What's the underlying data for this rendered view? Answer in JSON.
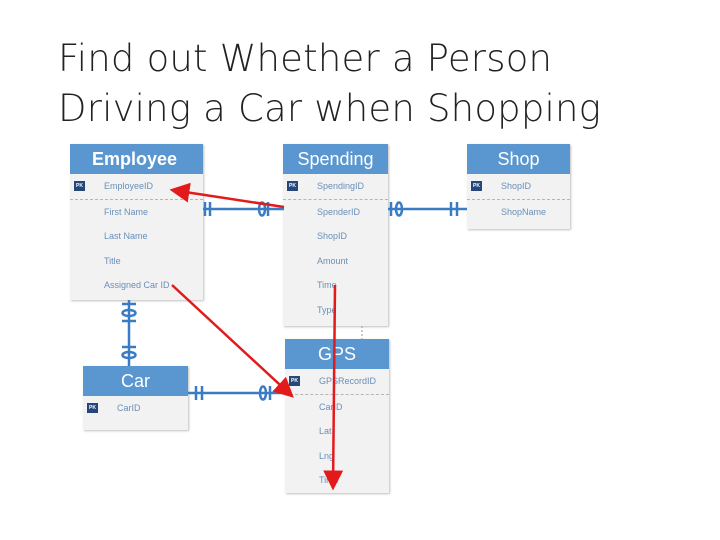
{
  "slide": {
    "title_line1": "Find out Whether a Person",
    "title_line2": "Driving a Car when Shopping"
  },
  "entities": {
    "employee": {
      "name": "Employee",
      "fields": [
        "EmployeeID",
        "First Name",
        "Last Name",
        "Title",
        "Assigned Car ID"
      ]
    },
    "spending": {
      "name": "Spending",
      "fields": [
        "SpendingID",
        "SpenderID",
        "ShopID",
        "Amount",
        "Time",
        "Type"
      ]
    },
    "shop": {
      "name": "Shop",
      "fields": [
        "ShopID",
        "ShopName"
      ]
    },
    "car": {
      "name": "Car",
      "fields": [
        "CarID"
      ]
    },
    "gps": {
      "name": "GPS",
      "fields": [
        "GPSRecordID",
        "CarID",
        "Lat",
        "Lng",
        "Time"
      ]
    }
  },
  "key_badge": "PK",
  "colors": {
    "header": "#5a96cf",
    "connector": "#3a7cc4",
    "annotation_arrow": "#e31a1c",
    "field_text": "#6a8fb8"
  }
}
